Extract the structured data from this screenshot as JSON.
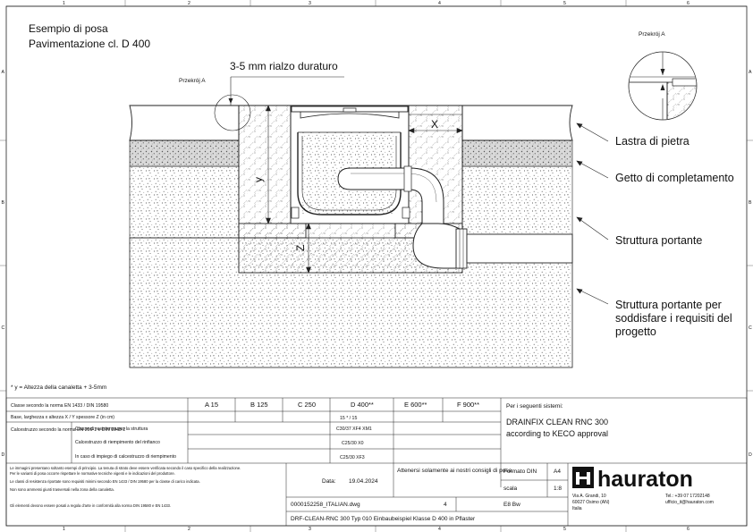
{
  "grid": {
    "columns": [
      "1",
      "2",
      "3",
      "4",
      "5",
      "6"
    ],
    "rows": [
      "A",
      "B",
      "C",
      "D"
    ]
  },
  "title": {
    "line1": "Esempio di posa",
    "line2": "Pavimentazione cl. D 400"
  },
  "annotations": {
    "riser": "3-5 mm rialzo duraturo",
    "section_left": "Przekrój A",
    "section_right": "Przekrój A",
    "dim_x": "X",
    "dim_y": "y",
    "dim_z": "Z",
    "footnote": "* y = Altezza della canaletta + 3-5mm"
  },
  "callouts": [
    {
      "text": "Lastra di pietra"
    },
    {
      "text": "Getto di completamento"
    },
    {
      "text": "Struttura portante"
    },
    {
      "text": "Struttura portante per",
      "text2": "soddisfare i requisiti del",
      "text3": "progetto"
    }
  ],
  "table": {
    "class_header": "Classe secondo la norma EN 1433 / DIN 19580",
    "classes": [
      "A 15",
      "B 125",
      "C 250",
      "D 400**",
      "E 600**",
      "F 900**"
    ],
    "rows": [
      {
        "label": "Base, larghezza x altezza X / Y spessore Z (in cm)",
        "d400": "15 * / 15"
      },
      {
        "label_a": "Calcestruzzo secondo la norma EN 206-1 e DIN 1045-2",
        "label_b": "Classe di resistenza per la struttura",
        "d400": "C30/37 XF4 XM1"
      },
      {
        "label_a": "",
        "label_b": "Calcestruzzo di riempimento del rinfianco",
        "d400": "C25/30 X0"
      },
      {
        "label_a": "",
        "label_b": "In caso di impiego di calcestruzzo di riempimento",
        "d400": "C25/30 XF3"
      }
    ],
    "systems_header": "Per i seguenti sistemi:",
    "systems_line1": "DRAINFIX CLEAN RNC 300",
    "systems_line2": "according to KECO approval",
    "notes": [
      "Le immagini presentano soltanto esempi di principio. La tenuta di strato deve essere verificata secondo il caso specifico della realizzazione.",
      "Per le varianti di posa occorre rispettare le normative tecniche vigenti e le indicazioni del produttore.",
      "Le classi di resistenza riportate sono requisiti minimi secondo EN 1433 / DIN 19580 per la classe di carico indicata.",
      "Non sono ammessi giunti trasversali nella zona della canaletta.",
      "Gli elementi devono essere posati a regola d'arte in conformità alla norma DIN 19580 e EN 1433."
    ],
    "date_label": "Data:",
    "date": "19.04.2024",
    "file": "0000152258_ITALIAN.dwg",
    "page": "4",
    "edition": "E8 Bw",
    "attention": "Attenersi solamente ai nostri consigli di posa.",
    "format_label": "Formato DIN",
    "format": "A4",
    "scale_label": "scala",
    "scale": "1:8",
    "caption": "DRF-CLEAN-RNC 300 Typ 010 Einbaubeispiel Klasse D 400 in Pflaster"
  },
  "company": {
    "name": "hauraton",
    "addr1": "Via A. Grandi, 10",
    "addr2": "60027 Osimo (AN)",
    "addr3": "Italia",
    "tel": "Tel.: +39 07 17202148",
    "mail": "ufficio_it@hauraton.com"
  }
}
